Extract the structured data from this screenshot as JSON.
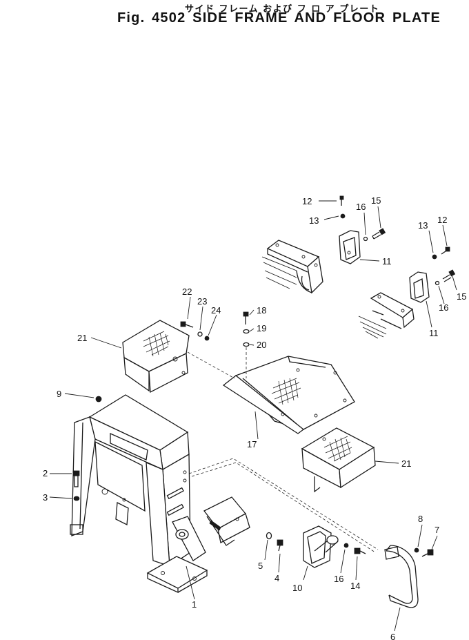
{
  "header": {
    "title_jp": "サイド フレーム および フ ロ ア プレート",
    "title_en": "Fig. 4502 SIDE FRAME AND FLOOR PLATE"
  },
  "callouts": {
    "p1": "1",
    "p2": "2",
    "p3": "3",
    "p4": "4",
    "p5": "5",
    "p6": "6",
    "p7": "7",
    "p8": "8",
    "p9": "9",
    "p10": "10",
    "p11a": "11",
    "p11b": "11",
    "p12a": "12",
    "p12b": "12",
    "p13a": "13",
    "p13b": "13",
    "p14": "14",
    "p15a": "15",
    "p15b": "15",
    "p16a": "16",
    "p16b": "16",
    "p16c": "16",
    "p17": "17",
    "p18": "18",
    "p19": "19",
    "p20": "20",
    "p21a": "21",
    "p21b": "21",
    "p22": "22",
    "p23": "23",
    "p24": "24"
  }
}
